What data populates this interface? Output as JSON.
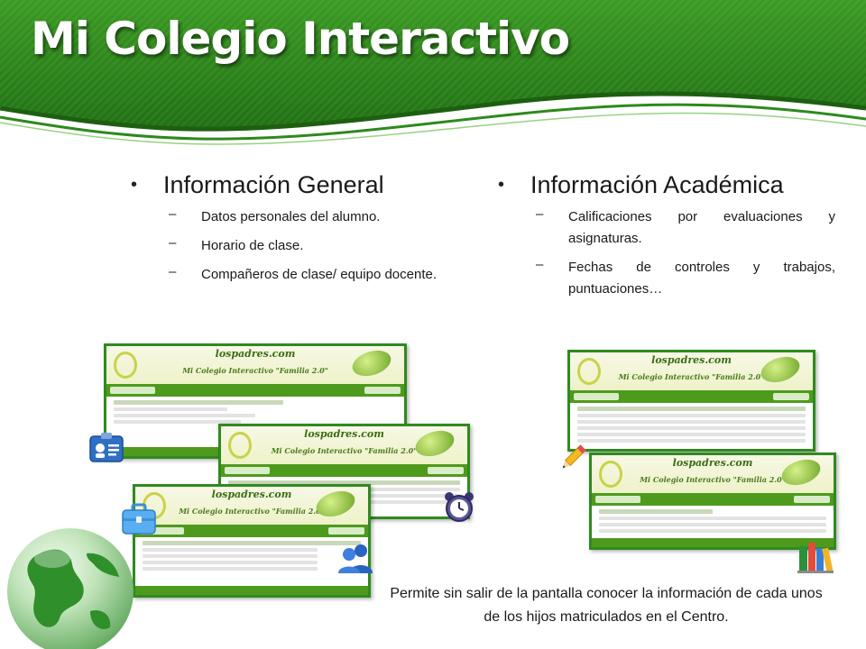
{
  "title": "Mi Colegio Interactivo",
  "columns": {
    "left": {
      "heading": "Información General",
      "items": [
        "Datos personales del alumno.",
        "Horario de clase.",
        "Compañeros de clase/ equipo docente."
      ]
    },
    "right": {
      "heading": "Información Académica",
      "items": [
        "Calificaciones por evaluaciones y asignaturas.",
        "Fechas de controles y trabajos, puntuaciones…"
      ]
    }
  },
  "thumbnails": {
    "site_name": "lospadres.com",
    "site_subtitle": "Mi Colegio Interactivo \"Familia 2.0\""
  },
  "caption": "Permite sin salir de la pantalla conocer la información de cada unos de los hijos matriculados en el Centro.",
  "colors": {
    "banner_green": "#2d8a1c",
    "thumb_border": "#2f8a1f"
  },
  "icons": [
    "id-card-icon",
    "alarm-clock-icon",
    "briefcase-icon",
    "users-icon",
    "pencil-icon",
    "books-icon",
    "globe-icon"
  ]
}
